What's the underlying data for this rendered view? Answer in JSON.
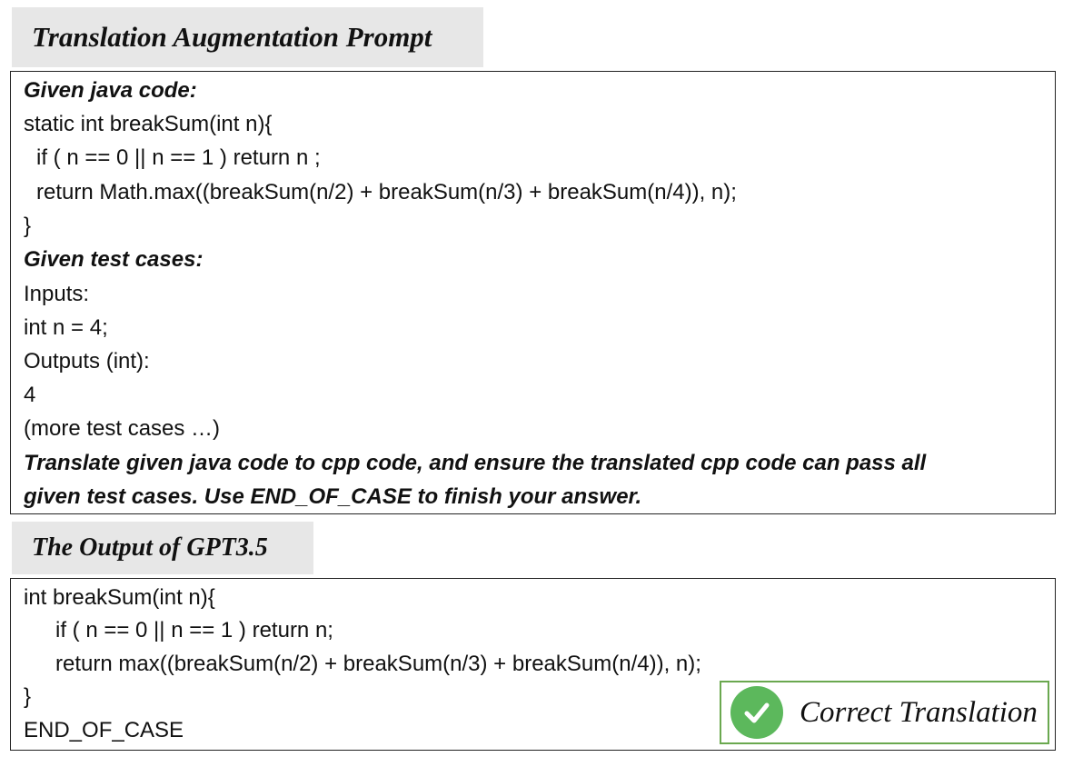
{
  "prompt_section": {
    "title": "Translation Augmentation Prompt",
    "given_code_heading": "Given java code:",
    "code_lines": [
      "static int breakSum(int n){",
      "if ( n == 0 || n == 1 ) return n ;",
      "return Math.max((breakSum(n/2) + breakSum(n/3) + breakSum(n/4)), n);",
      "}"
    ],
    "test_cases_heading": "Given test cases:",
    "inputs_label": "Inputs:",
    "input_value": "int n = 4;",
    "outputs_label": "Outputs (int):",
    "output_value": "4",
    "more_cases": "(more test cases …)",
    "instruction_lines": [
      "Translate given java code to cpp code, and ensure the translated cpp code can pass all",
      "given test cases. Use END_OF_CASE to finish your answer."
    ]
  },
  "output_section": {
    "title": "The Output of GPT3.5",
    "code_lines": [
      "int breakSum(int n){",
      "if ( n == 0 || n == 1 ) return n;",
      "return max((breakSum(n/2) + breakSum(n/3) + breakSum(n/4)), n);",
      "}",
      "END_OF_CASE"
    ]
  },
  "badge": {
    "label": "Correct Translation",
    "icon": "check-circle-icon",
    "color": "#5cb85c",
    "border_color": "#6aa84f"
  }
}
